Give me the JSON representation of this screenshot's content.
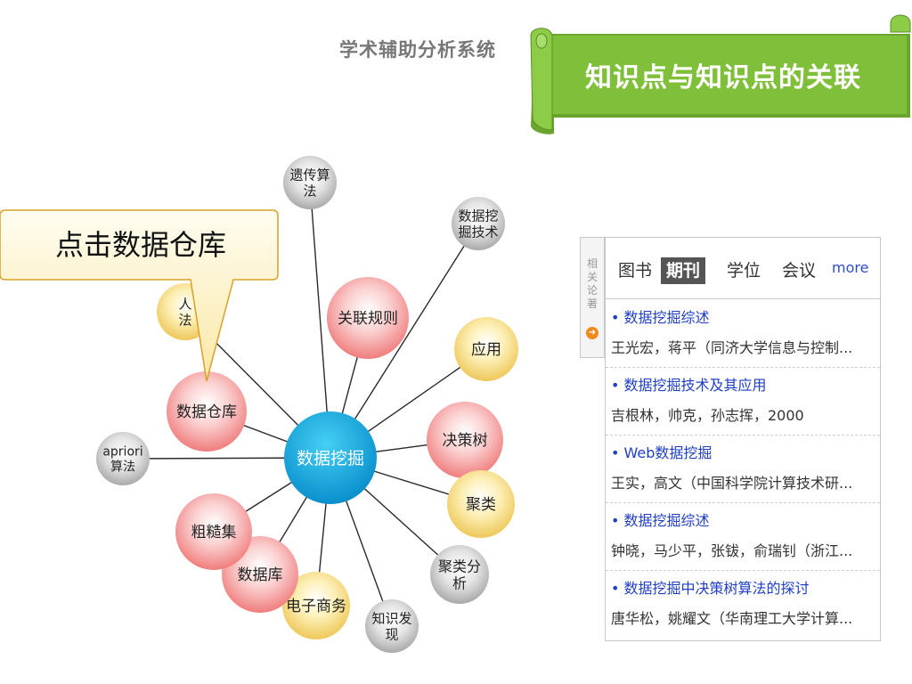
{
  "app_title": "学术辅助分析系统",
  "banner": {
    "title": "知识点与知识点的关联",
    "color": "#7fbf3a"
  },
  "callout": {
    "text": "点击数据仓库",
    "color": "#fdf0c0"
  },
  "graph": {
    "center": {
      "label": "数据挖掘",
      "icon": "hub-node"
    },
    "nodes": [
      {
        "id": "yichuan",
        "lines": [
          "遗传算",
          "法"
        ]
      },
      {
        "id": "sjwj-tech",
        "lines": [
          "数据挖",
          "掘技术"
        ]
      },
      {
        "id": "guanlian",
        "lines": [
          "关联规则"
        ]
      },
      {
        "id": "yingyong",
        "lines": [
          "应用"
        ]
      },
      {
        "id": "juece",
        "lines": [
          "决策树"
        ]
      },
      {
        "id": "julei",
        "lines": [
          "聚类"
        ]
      },
      {
        "id": "julei-fx",
        "lines": [
          "聚类分",
          "析"
        ]
      },
      {
        "id": "zhishi",
        "lines": [
          "知识发",
          "现"
        ]
      },
      {
        "id": "dianzi",
        "lines": [
          "电子商务"
        ]
      },
      {
        "id": "sjk",
        "lines": [
          "数据库"
        ]
      },
      {
        "id": "cucao",
        "lines": [
          "粗糙集"
        ]
      },
      {
        "id": "apriori",
        "lines": [
          "apriori",
          "算法"
        ]
      },
      {
        "id": "sjck",
        "lines": [
          "数据仓库"
        ]
      },
      {
        "id": "hidden",
        "lines": [
          "人",
          "法"
        ]
      }
    ]
  },
  "panel": {
    "side_label": "相关论著",
    "tabs": [
      {
        "label": "图书",
        "active": false
      },
      {
        "label": "期刊",
        "active": true
      },
      {
        "label": "学位",
        "active": false
      },
      {
        "label": "会议",
        "active": false
      }
    ],
    "more": "more",
    "items": [
      {
        "title": "• 数据挖掘综述",
        "authors": "王光宏，蒋平（同济大学信息与控制..."
      },
      {
        "title": "• 数据挖掘技术及其应用",
        "authors": "吉根林，帅克，孙志挥，2000"
      },
      {
        "title": "• Web数据挖掘",
        "authors": "王实，高文（中国科学院计算技术研..."
      },
      {
        "title": "• 数据挖掘综述",
        "authors": "钟晓，马少平，张钹，俞瑞钊（浙江..."
      },
      {
        "title": "• 数据挖掘中决策树算法的探讨",
        "authors": "唐华松，姚耀文（华南理工大学计算..."
      }
    ]
  }
}
